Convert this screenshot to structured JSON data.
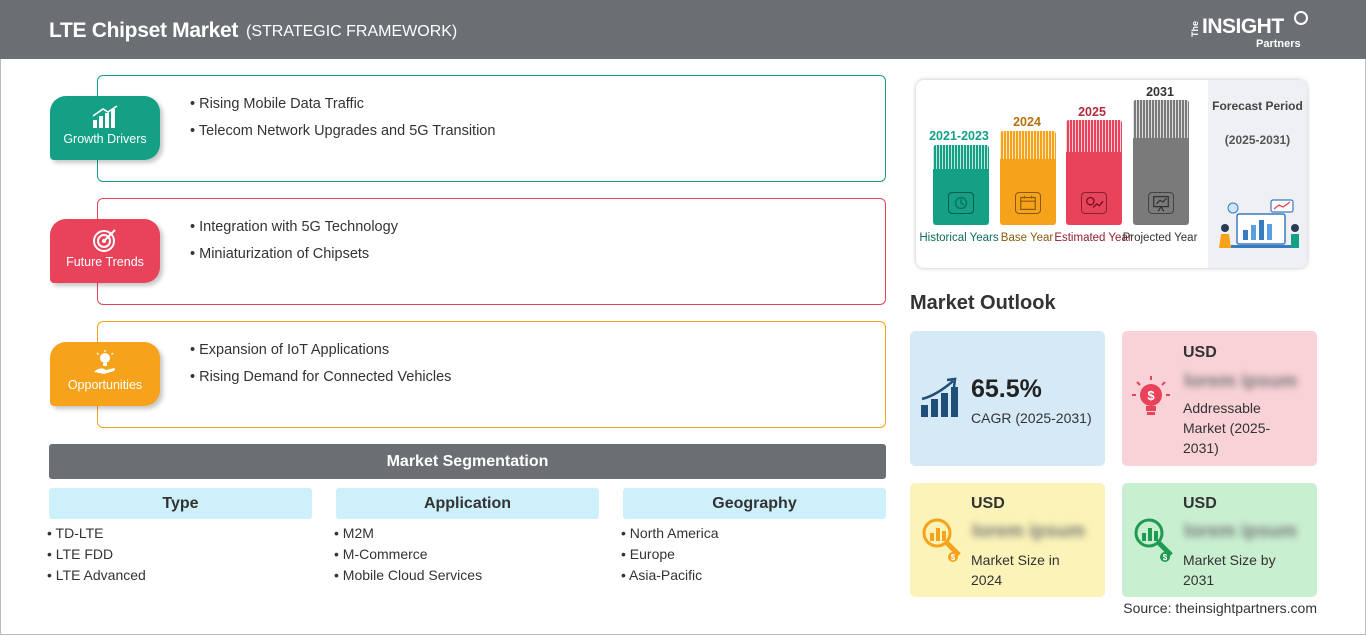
{
  "header": {
    "title": "LTE Chipset Market",
    "subtitle": "(STRATEGIC FRAMEWORK)",
    "logo": {
      "the": "The",
      "insight": "INSIGHT",
      "partners": "Partners"
    }
  },
  "framework": [
    {
      "label": "Growth Drivers",
      "color": "#13a085",
      "icon": "bar-growth-icon",
      "items": [
        "Rising Mobile Data Traffic",
        "Telecom Network Upgrades and 5G Transition"
      ]
    },
    {
      "label": "Future Trends",
      "color": "#e8435a",
      "icon": "target-icon",
      "items": [
        "Integration with 5G Technology",
        "Miniaturization of Chipsets"
      ]
    },
    {
      "label": "Opportunities",
      "color": "#f7a21b",
      "icon": "hand-bulb-icon",
      "items": [
        "Expansion of IoT Applications",
        "Rising Demand for Connected Vehicles"
      ]
    }
  ],
  "segmentation": {
    "title": "Market Segmentation",
    "columns": [
      {
        "heading": "Type",
        "items": [
          "TD-LTE",
          "LTE FDD",
          "LTE Advanced"
        ]
      },
      {
        "heading": "Application",
        "items": [
          "M2M",
          "M-Commerce",
          "Mobile Cloud Services"
        ]
      },
      {
        "heading": "Geography",
        "items": [
          "North America",
          "Europe",
          "Asia-Pacific"
        ]
      }
    ]
  },
  "timeline": [
    {
      "year": "2021-2023",
      "label": "Historical Years",
      "color": "#13a085",
      "icon": "history-icon"
    },
    {
      "year": "2024",
      "label": "Base Year",
      "color": "#f7a21b",
      "icon": "calendar-icon"
    },
    {
      "year": "2025",
      "label": "Estimated Year",
      "color": "#e8435a",
      "icon": "gear-chart-icon"
    },
    {
      "year": "2031",
      "label": "Projected Year",
      "color": "#7a7a7a",
      "icon": "presentation-icon"
    }
  ],
  "forecast": {
    "title": "Forecast Period",
    "range": "(2025-2031)"
  },
  "outlook": {
    "title": "Market Outlook",
    "cagr": {
      "value": "65.5%",
      "label": "CAGR (2025-2031)",
      "bg": "#d5e9f6"
    },
    "addressable": {
      "currency": "USD",
      "value": "lorem ipsum",
      "label": "Addressable Market (2025-2031)",
      "bg": "#f8d2d7"
    },
    "size_2024": {
      "currency": "USD",
      "value": "lorem ipsum",
      "label": "Market Size in 2024",
      "bg": "#fbf3b8"
    },
    "size_2031": {
      "currency": "USD",
      "value": "lorem ipsum",
      "label": "Market Size by 2031",
      "bg": "#c9efd1"
    }
  },
  "source": "Source: theinsightpartners.com"
}
